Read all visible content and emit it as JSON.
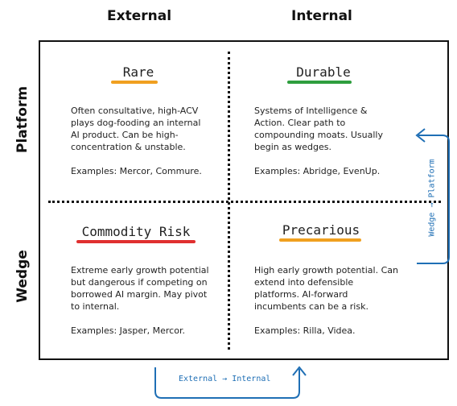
{
  "axes": {
    "col_left": "External",
    "col_right": "Internal",
    "row_top": "Platform",
    "row_bottom": "Wedge"
  },
  "quadrants": {
    "top_left": {
      "title": "Rare",
      "underline_color": "#f0a020",
      "desc": "Often consultative, high-ACV plays dog-fooding an internal AI product. Can be high-concentration & unstable.",
      "examples": "Examples: Mercor, Commure."
    },
    "top_right": {
      "title": "Durable",
      "underline_color": "#2e9e3e",
      "desc": "Systems of Intelligence & Action. Clear path to compounding moats. Usually begin as wedges.",
      "examples": "Examples: Abridge, EvenUp."
    },
    "bottom_left": {
      "title": "Commodity Risk",
      "underline_color": "#e03030",
      "desc": "Extreme early growth potential but dangerous if competing on borrowed AI margin. May pivot to internal.",
      "examples": "Examples: Jasper, Mercor."
    },
    "bottom_right": {
      "title": "Precarious",
      "underline_color": "#f0a020",
      "desc": "High early growth potential. Can extend into defensible platforms. AI-forward incumbents can be a risk.",
      "examples": "Examples: Rilla, Videa."
    }
  },
  "arrows": {
    "horizontal_label": "External → Internal",
    "vertical_label": "Wedge → Platform",
    "color": "#1f6fb5"
  }
}
